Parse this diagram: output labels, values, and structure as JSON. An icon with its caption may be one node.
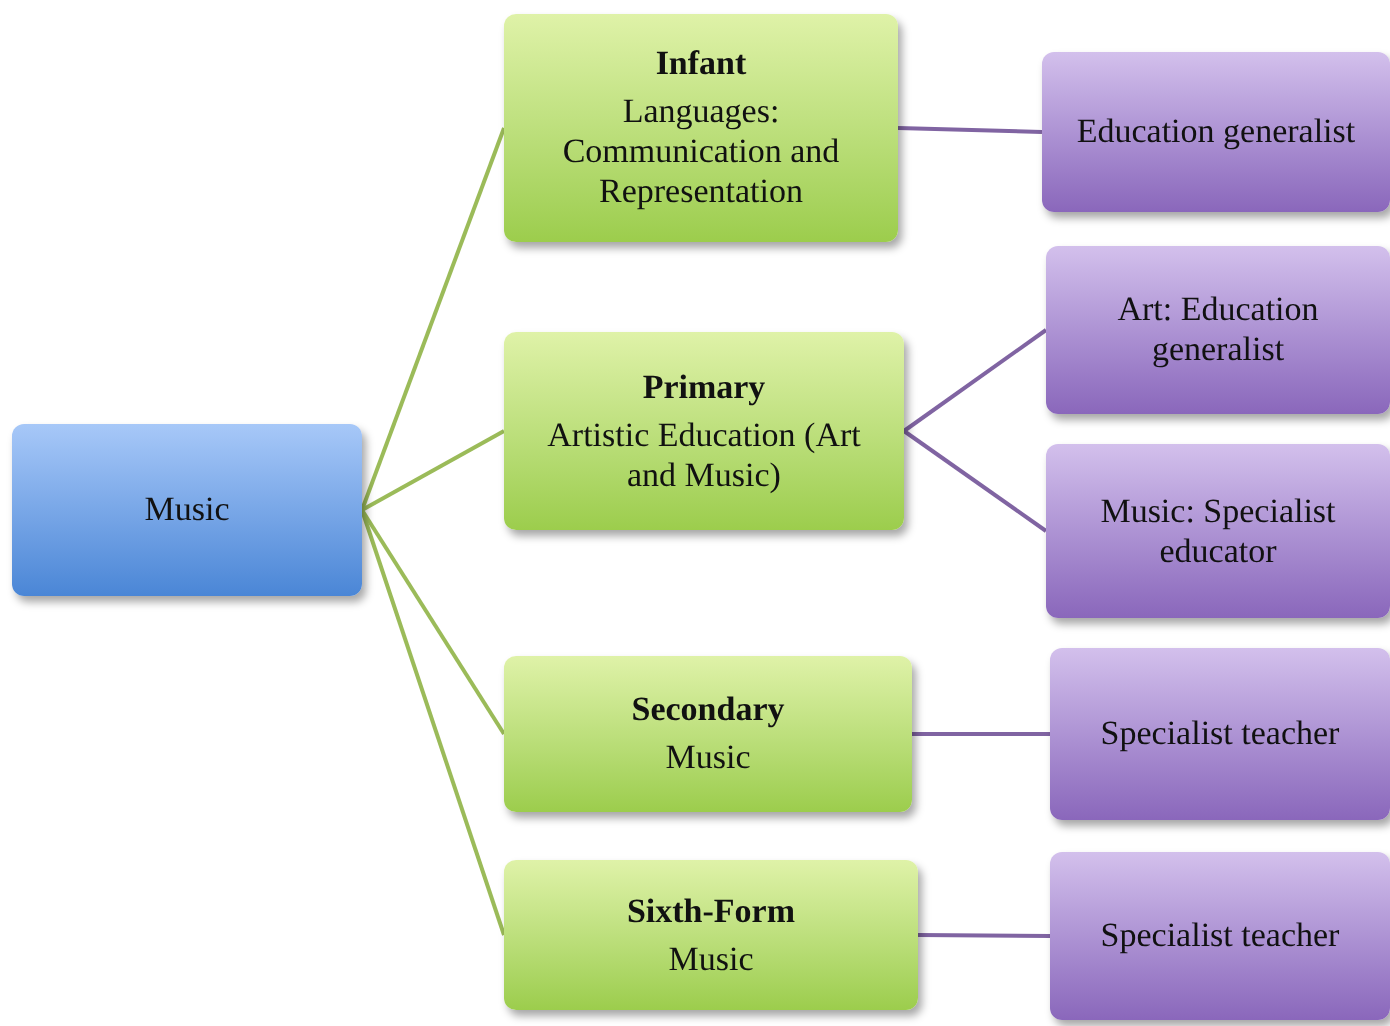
{
  "diagram": {
    "nodes": [
      {
        "text": [
          "Music"
        ]
      },
      {
        "text": [
          "Infant",
          "Languages: Communication and Representation"
        ]
      },
      {
        "text": [
          "Primary",
          "Artistic Education (Art and Music)"
        ]
      },
      {
        "text": [
          "Secondary",
          "Music"
        ]
      },
      {
        "text": [
          "Sixth-Form",
          "Music"
        ]
      },
      {
        "text": [
          "Education generalist"
        ]
      },
      {
        "text": [
          "Art: Education generalist"
        ]
      },
      {
        "text": [
          "Music: Specialist educator"
        ]
      },
      {
        "text": [
          "Specialist teacher"
        ]
      },
      {
        "text": [
          "Specialist teacher"
        ]
      }
    ],
    "edges": [
      {
        "from": 0,
        "to": 1,
        "arrow": "none",
        "color": "#9bbb59"
      },
      {
        "from": 0,
        "to": 2,
        "arrow": "none",
        "color": "#9bbb59"
      },
      {
        "from": 0,
        "to": 3,
        "arrow": "none",
        "color": "#9bbb59"
      },
      {
        "from": 0,
        "to": 4,
        "arrow": "none",
        "color": "#9bbb59"
      },
      {
        "from": 1,
        "to": 5,
        "arrow": "none"
      },
      {
        "from": 2,
        "to": 6,
        "arrow": "none"
      },
      {
        "from": 2,
        "to": 7,
        "arrow": "none"
      },
      {
        "from": 3,
        "to": 8,
        "arrow": "none"
      },
      {
        "from": 4,
        "to": 9,
        "arrow": "none"
      }
    ]
  }
}
